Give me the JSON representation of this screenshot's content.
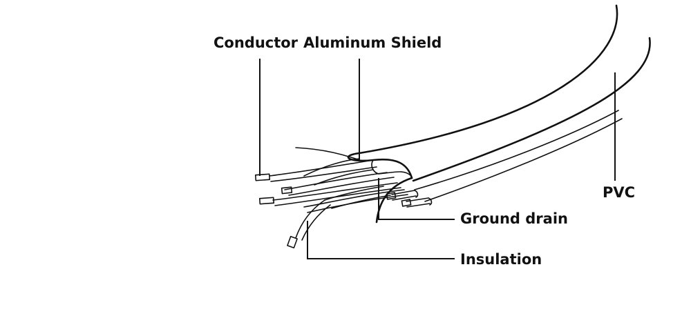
{
  "labels": {
    "conductor": "Conductor",
    "aluminum_shield": "Aluminum Shield",
    "pvc": "PVC",
    "ground_drain": "Ground drain",
    "insulation": "Insulation"
  },
  "colors": {
    "ink": "#111111",
    "background": "#ffffff"
  }
}
